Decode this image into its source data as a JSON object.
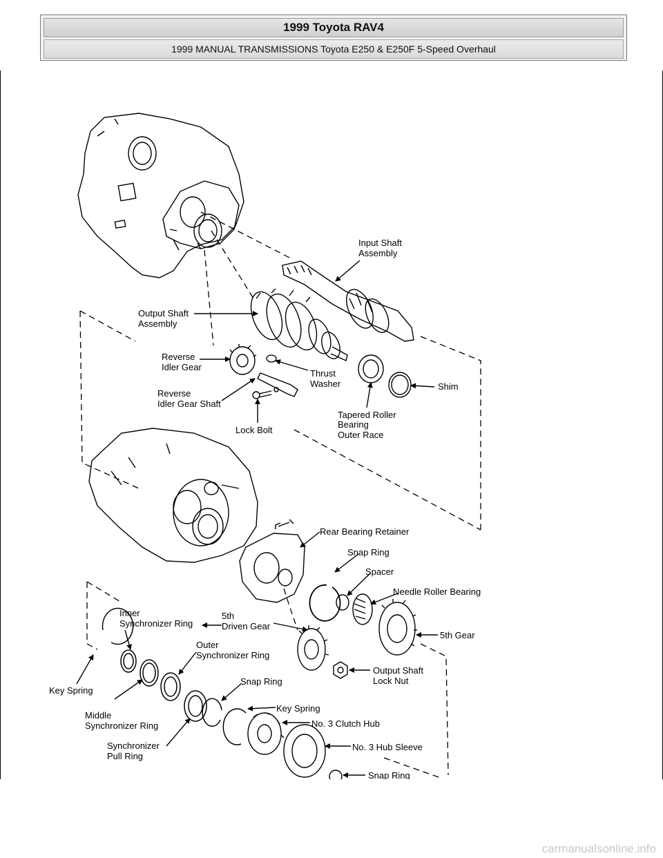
{
  "header": {
    "title": "1999 Toyota RAV4",
    "subtitle": "1999 MANUAL TRANSMISSIONS Toyota E250 & E250F 5-Speed Overhaul"
  },
  "labels": {
    "input_shaft_1": "Input Shaft",
    "input_shaft_2": "Assembly",
    "output_shaft_1": "Output Shaft",
    "output_shaft_2": "Assembly",
    "reverse_idler_1": "Reverse",
    "reverse_idler_2": "Idler Gear",
    "thrust_washer_1": "Thrust",
    "thrust_washer_2": "Washer",
    "reverse_shaft_1": "Reverse",
    "reverse_shaft_2": "Idler Gear Shaft",
    "shim": "Shim",
    "lock_bolt": "Lock Bolt",
    "tapered_1": "Tapered Roller",
    "tapered_2": "Bearing",
    "tapered_3": "Outer Race",
    "rear_retainer": "Rear Bearing Retainer",
    "snap_ring_1": "Snap Ring",
    "spacer": "Spacer",
    "needle_bearing": "Needle Roller Bearing",
    "inner_sync_1": "Inner",
    "inner_sync_2": "Synchronizer Ring",
    "driven_gear_1": "5th",
    "driven_gear_2": "Driven Gear",
    "fifth_gear": "5th Gear",
    "outer_sync_1": "Outer",
    "outer_sync_2": "Synchronizer Ring",
    "output_nut_1": "Output Shaft",
    "output_nut_2": "Lock Nut",
    "key_spring_left": "Key Spring",
    "snap_ring_2": "Snap Ring",
    "key_spring_right": "Key Spring",
    "middle_sync_1": "Middle",
    "middle_sync_2": "Synchronizer Ring",
    "clutch_hub": "No. 3 Clutch Hub",
    "pull_ring_1": "Synchronizer",
    "pull_ring_2": "Pull Ring",
    "hub_sleeve": "No. 3 Hub Sleeve",
    "snap_ring_3": "Snap Ring"
  },
  "watermark": "carmanualsonline.info"
}
